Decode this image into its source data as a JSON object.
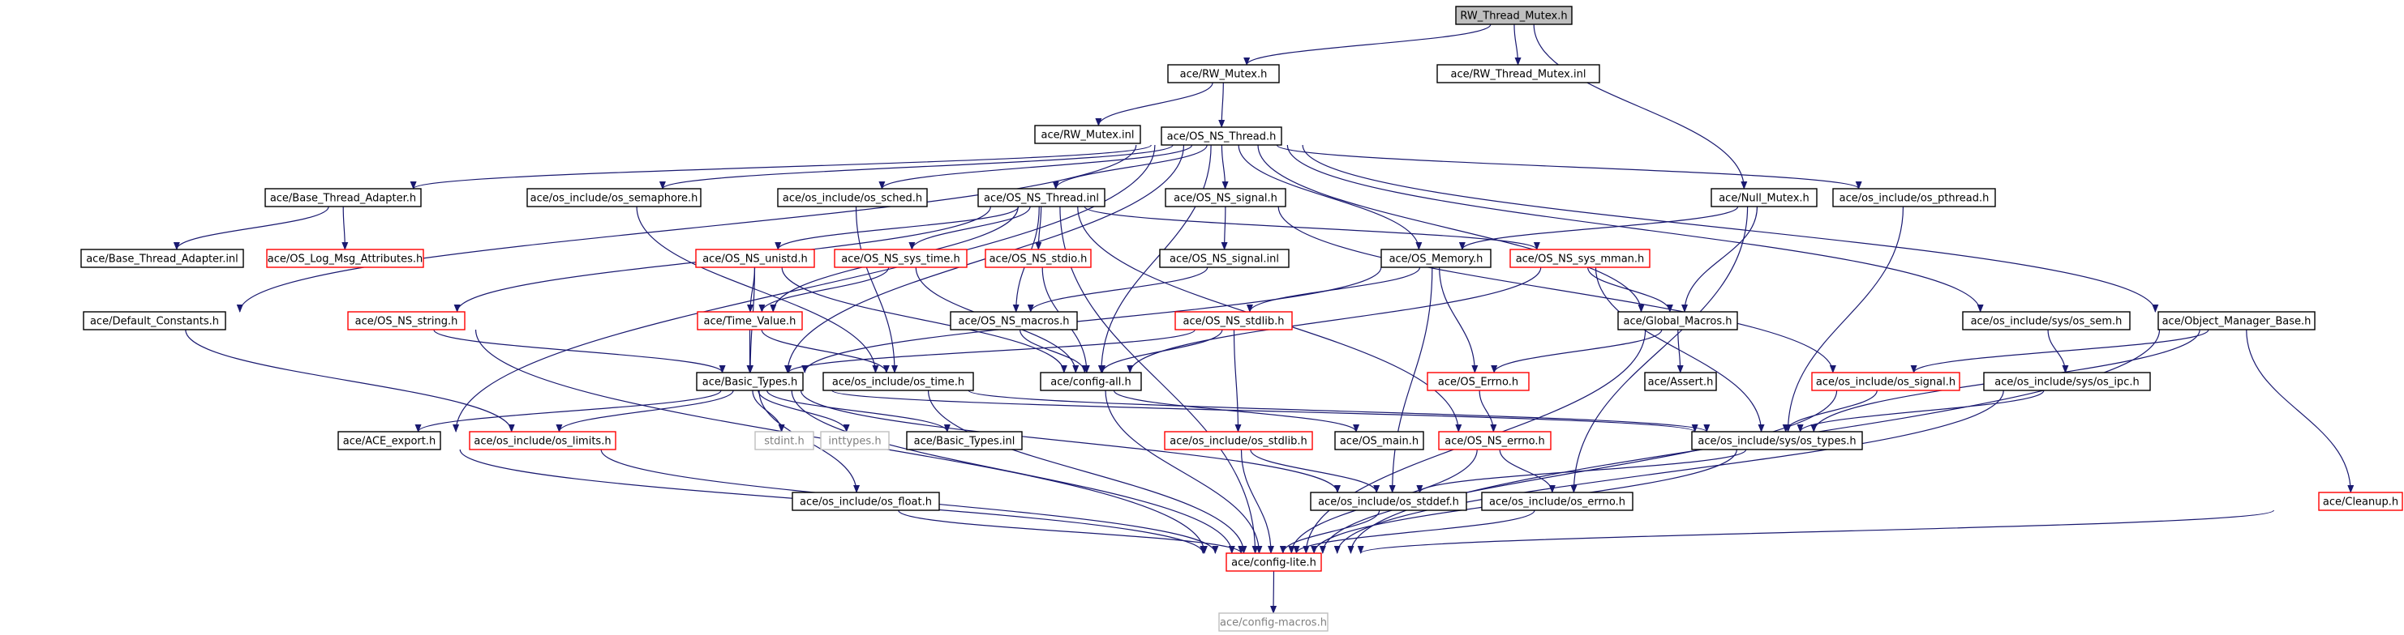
{
  "graph": {
    "colors": {
      "edge": "#191970",
      "normal_border": "#000000",
      "missing_border": "#ff0000",
      "external_border": "#bfbfbf",
      "root_fill": "#bfbfbf",
      "node_fill": "#ffffff",
      "text": "#000000",
      "external_text": "#7f7f7f"
    },
    "nodes": [
      {
        "id": "root",
        "label": "RW_Thread_Mutex.h",
        "kind": "root"
      },
      {
        "id": "rw_mutex_h",
        "label": "ace/RW_Mutex.h",
        "kind": "normal"
      },
      {
        "id": "rw_thread_mutex_inl",
        "label": "ace/RW_Thread_Mutex.inl",
        "kind": "normal"
      },
      {
        "id": "rw_mutex_inl",
        "label": "ace/RW_Mutex.inl",
        "kind": "normal"
      },
      {
        "id": "os_ns_thread_h",
        "label": "ace/OS_NS_Thread.h",
        "kind": "normal"
      },
      {
        "id": "base_thread_adapter_h",
        "label": "ace/Base_Thread_Adapter.h",
        "kind": "normal"
      },
      {
        "id": "os_semaphore_h",
        "label": "ace/os_include/os_semaphore.h",
        "kind": "normal"
      },
      {
        "id": "os_sched_h",
        "label": "ace/os_include/os_sched.h",
        "kind": "normal"
      },
      {
        "id": "os_ns_thread_inl",
        "label": "ace/OS_NS_Thread.inl",
        "kind": "normal"
      },
      {
        "id": "os_ns_signal_h",
        "label": "ace/OS_NS_signal.h",
        "kind": "normal"
      },
      {
        "id": "null_mutex_h",
        "label": "ace/Null_Mutex.h",
        "kind": "normal"
      },
      {
        "id": "os_pthread_h",
        "label": "ace/os_include/os_pthread.h",
        "kind": "normal"
      },
      {
        "id": "base_thread_adapter_inl",
        "label": "ace/Base_Thread_Adapter.inl",
        "kind": "normal"
      },
      {
        "id": "os_log_msg_attributes_h",
        "label": "ace/OS_Log_Msg_Attributes.h",
        "kind": "missing"
      },
      {
        "id": "os_ns_unistd_h",
        "label": "ace/OS_NS_unistd.h",
        "kind": "missing"
      },
      {
        "id": "os_ns_sys_time_h",
        "label": "ace/OS_NS_sys_time.h",
        "kind": "missing"
      },
      {
        "id": "os_ns_stdio_h",
        "label": "ace/OS_NS_stdio.h",
        "kind": "missing"
      },
      {
        "id": "os_ns_signal_inl",
        "label": "ace/OS_NS_signal.inl",
        "kind": "normal"
      },
      {
        "id": "os_memory_h",
        "label": "ace/OS_Memory.h",
        "kind": "normal"
      },
      {
        "id": "os_ns_sys_mman_h",
        "label": "ace/OS_NS_sys_mman.h",
        "kind": "missing"
      },
      {
        "id": "default_constants_h",
        "label": "ace/Default_Constants.h",
        "kind": "normal"
      },
      {
        "id": "os_ns_string_h",
        "label": "ace/OS_NS_string.h",
        "kind": "missing"
      },
      {
        "id": "time_value_h",
        "label": "ace/Time_Value.h",
        "kind": "missing"
      },
      {
        "id": "os_ns_macros_h",
        "label": "ace/OS_NS_macros.h",
        "kind": "normal"
      },
      {
        "id": "os_ns_stdlib_h",
        "label": "ace/OS_NS_stdlib.h",
        "kind": "missing"
      },
      {
        "id": "global_macros_h",
        "label": "ace/Global_Macros.h",
        "kind": "normal"
      },
      {
        "id": "os_sem_h",
        "label": "ace/os_include/sys/os_sem.h",
        "kind": "normal"
      },
      {
        "id": "object_manager_base_h",
        "label": "ace/Object_Manager_Base.h",
        "kind": "normal"
      },
      {
        "id": "basic_types_h",
        "label": "ace/Basic_Types.h",
        "kind": "normal"
      },
      {
        "id": "os_time_h",
        "label": "ace/os_include/os_time.h",
        "kind": "normal"
      },
      {
        "id": "config_all_h",
        "label": "ace/config-all.h",
        "kind": "normal"
      },
      {
        "id": "os_errno_h",
        "label": "ace/OS_Errno.h",
        "kind": "missing"
      },
      {
        "id": "assert_h",
        "label": "ace/Assert.h",
        "kind": "normal"
      },
      {
        "id": "os_signal_h",
        "label": "ace/os_include/os_signal.h",
        "kind": "missing"
      },
      {
        "id": "os_ipc_h",
        "label": "ace/os_include/sys/os_ipc.h",
        "kind": "normal"
      },
      {
        "id": "ace_export_h",
        "label": "ace/ACE_export.h",
        "kind": "normal"
      },
      {
        "id": "os_limits_h",
        "label": "ace/os_include/os_limits.h",
        "kind": "missing"
      },
      {
        "id": "stdint_h",
        "label": "stdint.h",
        "kind": "external"
      },
      {
        "id": "inttypes_h",
        "label": "inttypes.h",
        "kind": "external"
      },
      {
        "id": "basic_types_inl",
        "label": "ace/Basic_Types.inl",
        "kind": "normal"
      },
      {
        "id": "os_stdlib_h",
        "label": "ace/os_include/os_stdlib.h",
        "kind": "missing"
      },
      {
        "id": "os_main_h",
        "label": "ace/OS_main.h",
        "kind": "normal"
      },
      {
        "id": "os_ns_errno_h",
        "label": "ace/OS_NS_errno.h",
        "kind": "missing"
      },
      {
        "id": "os_types_h",
        "label": "ace/os_include/sys/os_types.h",
        "kind": "normal"
      },
      {
        "id": "os_float_h",
        "label": "ace/os_include/os_float.h",
        "kind": "normal"
      },
      {
        "id": "os_stddef_h",
        "label": "ace/os_include/os_stddef.h",
        "kind": "normal"
      },
      {
        "id": "os_errno_inc_h",
        "label": "ace/os_include/os_errno.h",
        "kind": "normal"
      },
      {
        "id": "cleanup_h",
        "label": "ace/Cleanup.h",
        "kind": "missing"
      },
      {
        "id": "config_lite_h",
        "label": "ace/config-lite.h",
        "kind": "missing"
      },
      {
        "id": "config_macros_h",
        "label": "ace/config-macros.h",
        "kind": "external"
      }
    ],
    "edges": [
      [
        "root",
        "rw_mutex_h"
      ],
      [
        "root",
        "rw_thread_mutex_inl"
      ],
      [
        "root",
        "null_mutex_h"
      ],
      [
        "rw_mutex_h",
        "rw_mutex_inl"
      ],
      [
        "rw_mutex_h",
        "os_ns_thread_h"
      ],
      [
        "os_ns_thread_h",
        "base_thread_adapter_h"
      ],
      [
        "os_ns_thread_h",
        "os_semaphore_h"
      ],
      [
        "os_ns_thread_h",
        "os_sched_h"
      ],
      [
        "os_ns_thread_h",
        "os_ns_thread_inl"
      ],
      [
        "os_ns_thread_h",
        "os_ns_signal_h"
      ],
      [
        "os_ns_thread_h",
        "os_pthread_h"
      ],
      [
        "os_ns_thread_h",
        "os_memory_h"
      ],
      [
        "os_ns_thread_h",
        "default_constants_h"
      ],
      [
        "os_ns_thread_h",
        "ace_export_h"
      ],
      [
        "os_ns_thread_h",
        "basic_types_h"
      ],
      [
        "os_ns_thread_h",
        "config_all_h"
      ],
      [
        "os_ns_thread_h",
        "global_macros_h"
      ],
      [
        "os_ns_thread_h",
        "os_sem_h"
      ],
      [
        "os_ns_thread_h",
        "object_manager_base_h"
      ],
      [
        "base_thread_adapter_h",
        "base_thread_adapter_inl"
      ],
      [
        "base_thread_adapter_h",
        "os_log_msg_attributes_h"
      ],
      [
        "os_semaphore_h",
        "os_time_h"
      ],
      [
        "os_sched_h",
        "os_time_h"
      ],
      [
        "os_ns_thread_inl",
        "os_ns_unistd_h"
      ],
      [
        "os_ns_thread_inl",
        "os_ns_sys_time_h"
      ],
      [
        "os_ns_thread_inl",
        "os_ns_stdio_h"
      ],
      [
        "os_ns_thread_inl",
        "os_ns_string_h"
      ],
      [
        "os_ns_thread_inl",
        "time_value_h"
      ],
      [
        "os_ns_thread_inl",
        "os_ns_macros_h"
      ],
      [
        "os_ns_thread_inl",
        "os_ns_sys_mman_h"
      ],
      [
        "os_ns_thread_inl",
        "os_ns_errno_h"
      ],
      [
        "os_ns_thread_inl",
        "config_lite_h"
      ],
      [
        "os_ns_signal_h",
        "os_ns_signal_inl"
      ],
      [
        "os_ns_signal_h",
        "os_signal_h"
      ],
      [
        "os_ns_signal_inl",
        "os_ns_macros_h"
      ],
      [
        "null_mutex_h",
        "os_memory_h"
      ],
      [
        "null_mutex_h",
        "global_macros_h"
      ],
      [
        "null_mutex_h",
        "os_errno_inc_h"
      ],
      [
        "os_pthread_h",
        "os_types_h"
      ],
      [
        "os_ns_unistd_h",
        "time_value_h"
      ],
      [
        "os_ns_unistd_h",
        "basic_types_h"
      ],
      [
        "os_ns_unistd_h",
        "config_all_h"
      ],
      [
        "os_ns_sys_time_h",
        "time_value_h"
      ],
      [
        "os_ns_sys_time_h",
        "config_all_h"
      ],
      [
        "os_ns_stdio_h",
        "config_all_h"
      ],
      [
        "os_memory_h",
        "os_errno_h"
      ],
      [
        "os_memory_h",
        "os_ns_stdlib_h"
      ],
      [
        "os_memory_h",
        "basic_types_h"
      ],
      [
        "os_memory_h",
        "os_stddef_h"
      ],
      [
        "os_ns_sys_mman_h",
        "global_macros_h"
      ],
      [
        "os_ns_sys_mman_h",
        "config_all_h"
      ],
      [
        "os_ns_sys_mman_h",
        "os_types_h"
      ],
      [
        "default_constants_h",
        "os_limits_h"
      ],
      [
        "os_ns_string_h",
        "basic_types_h"
      ],
      [
        "os_ns_string_h",
        "config_lite_h"
      ],
      [
        "time_value_h",
        "basic_types_h"
      ],
      [
        "time_value_h",
        "os_time_h"
      ],
      [
        "os_ns_macros_h",
        "config_all_h"
      ],
      [
        "os_ns_stdlib_h",
        "basic_types_h"
      ],
      [
        "os_ns_stdlib_h",
        "config_all_h"
      ],
      [
        "os_ns_stdlib_h",
        "os_stdlib_h"
      ],
      [
        "global_macros_h",
        "assert_h"
      ],
      [
        "global_macros_h",
        "os_errno_h"
      ],
      [
        "global_macros_h",
        "config_lite_h"
      ],
      [
        "os_sem_h",
        "os_ipc_h"
      ],
      [
        "object_manager_base_h",
        "os_signal_h"
      ],
      [
        "object_manager_base_h",
        "cleanup_h"
      ],
      [
        "object_manager_base_h",
        "os_types_h"
      ],
      [
        "object_manager_base_h",
        "config_lite_h"
      ],
      [
        "basic_types_h",
        "ace_export_h"
      ],
      [
        "basic_types_h",
        "os_limits_h"
      ],
      [
        "basic_types_h",
        "stdint_h"
      ],
      [
        "basic_types_h",
        "inttypes_h"
      ],
      [
        "basic_types_h",
        "basic_types_inl"
      ],
      [
        "basic_types_h",
        "os_float_h"
      ],
      [
        "basic_types_h",
        "os_stddef_h"
      ],
      [
        "basic_types_h",
        "os_types_h"
      ],
      [
        "basic_types_h",
        "config_lite_h"
      ],
      [
        "os_time_h",
        "os_types_h"
      ],
      [
        "os_time_h",
        "config_lite_h"
      ],
      [
        "config_all_h",
        "os_main_h"
      ],
      [
        "config_all_h",
        "config_lite_h"
      ],
      [
        "os_errno_h",
        "os_ns_errno_h"
      ],
      [
        "os_signal_h",
        "os_types_h"
      ],
      [
        "os_signal_h",
        "config_lite_h"
      ],
      [
        "os_ipc_h",
        "os_types_h"
      ],
      [
        "os_ipc_h",
        "config_lite_h"
      ],
      [
        "ace_export_h",
        "config_lite_h"
      ],
      [
        "os_limits_h",
        "config_lite_h"
      ],
      [
        "os_stdlib_h",
        "os_stddef_h"
      ],
      [
        "os_stdlib_h",
        "config_lite_h"
      ],
      [
        "os_ns_errno_h",
        "os_errno_inc_h"
      ],
      [
        "os_ns_errno_h",
        "config_lite_h"
      ],
      [
        "os_types_h",
        "os_stddef_h"
      ],
      [
        "os_types_h",
        "config_lite_h"
      ],
      [
        "os_float_h",
        "config_lite_h"
      ],
      [
        "os_stddef_h",
        "config_lite_h"
      ],
      [
        "os_errno_inc_h",
        "config_lite_h"
      ],
      [
        "cleanup_h",
        "config_lite_h"
      ],
      [
        "config_lite_h",
        "config_macros_h"
      ]
    ]
  }
}
